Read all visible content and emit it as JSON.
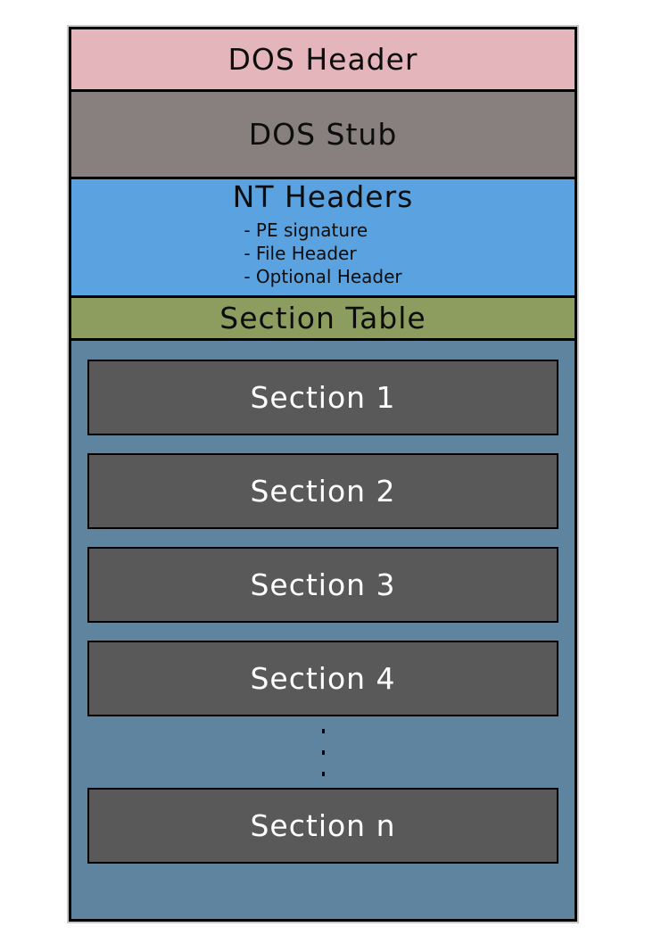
{
  "figure": {
    "background": "#ffffff",
    "border_color": "#000000",
    "outer_outline_color": "#c9c9c9"
  },
  "blocks": {
    "dos_header": {
      "label": "DOS Header",
      "bg": "#e4b6bb",
      "text_color": "#0d0d0d"
    },
    "dos_stub": {
      "label": "DOS Stub",
      "bg": "#887f7f",
      "text_color": "#0d0d0d"
    },
    "nt_headers": {
      "label": "NT Headers",
      "bg": "#5aa3e0",
      "text_color": "#0d0d0d",
      "items": [
        {
          "label": "- PE signature"
        },
        {
          "label": "- File Header"
        },
        {
          "label": "- Optional Header"
        }
      ]
    },
    "section_table": {
      "label": "Section Table",
      "bg": "#8d9d60",
      "text_color": "#0d0d0d"
    },
    "sections_area": {
      "bg": "#5e84a0",
      "box_bg": "#595959",
      "box_text_color": "#ffffff",
      "ellipsis": "...",
      "items": [
        {
          "label": "Section 1"
        },
        {
          "label": "Section 2"
        },
        {
          "label": "Section 3"
        },
        {
          "label": "Section 4"
        },
        {
          "label": "Section n"
        }
      ]
    }
  }
}
